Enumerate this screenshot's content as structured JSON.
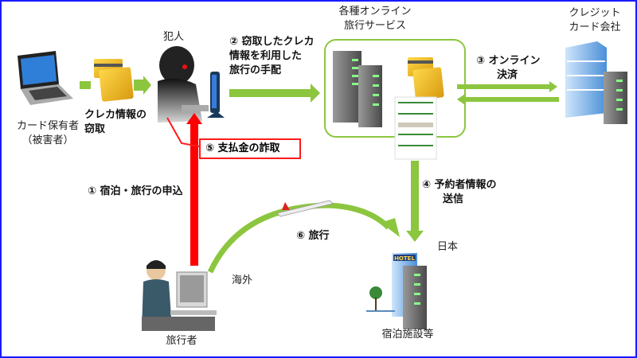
{
  "nodes": {
    "victim": {
      "label": "カード保有者\n（被害者）",
      "icon": "laptop-icon"
    },
    "criminal": {
      "label": "犯人",
      "icon": "hacker-icon"
    },
    "online_travel": {
      "label": "各種オンライン\n旅行サービス",
      "icon": "server-icon"
    },
    "credit_company": {
      "label": "クレジット\nカード会社",
      "icon": "office-building-icon"
    },
    "traveler": {
      "label": "旅行者",
      "icon": "person-at-computer-icon"
    },
    "lodging": {
      "label": "宿泊施設等",
      "icon": "hotel-icon",
      "sign": "HOTEL"
    }
  },
  "regions": {
    "overseas": "海外",
    "japan": "日本"
  },
  "steps": {
    "theft": "クレカ情報の\n窃取",
    "s1": "① 宿泊・旅行の申込",
    "s2": "② 窃取したクレカ\n情報を利用した\n旅行の手配",
    "s3": "③ オンライン\n　　決済",
    "s4": "④ 予約者情報の\n　　送信",
    "s5": "⑤  支払金の詐取",
    "s6": "⑥ 旅行"
  },
  "colors": {
    "green_arrow": "#8cc63f",
    "red_arrow": "#ff0000",
    "frame": "#1a1aff",
    "service_box": "#8cc63f"
  }
}
